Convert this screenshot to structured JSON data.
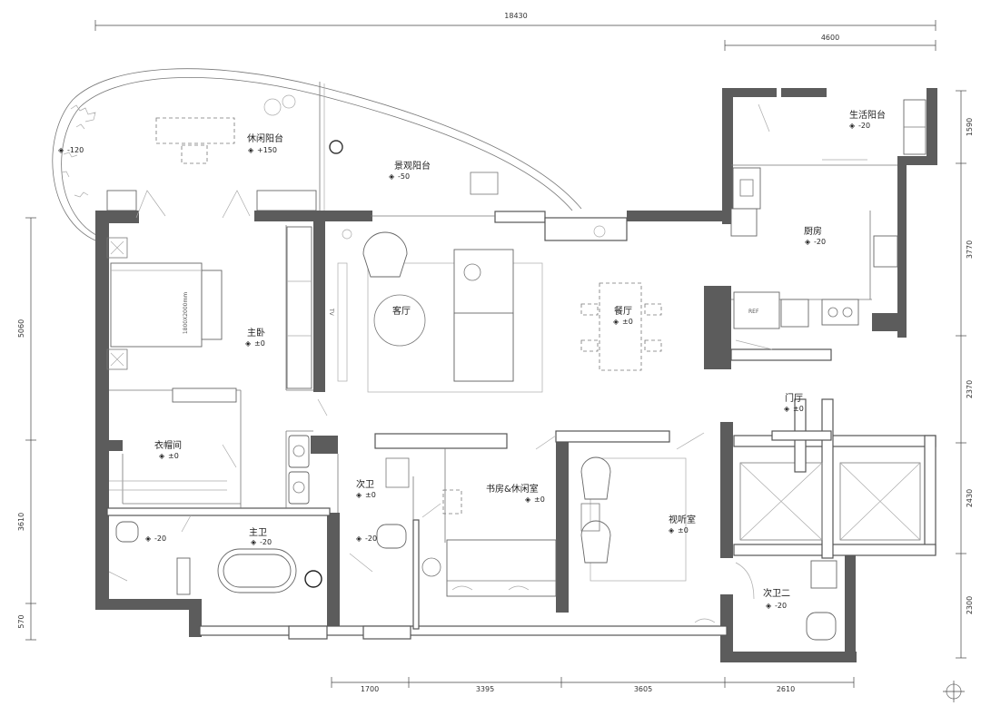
{
  "dimensions": {
    "top_total": "18430",
    "top_right": "4600",
    "bottom": [
      "1700",
      "3395",
      "3605",
      "2610"
    ],
    "left": [
      "5060",
      "3610",
      "570"
    ],
    "right": [
      "1590",
      "3770",
      "2370",
      "2430",
      "2300"
    ]
  },
  "rooms": [
    {
      "id": "leisure-balcony",
      "name": "休闲阳台",
      "level": "+150"
    },
    {
      "id": "view-balcony",
      "name": "景观阳台",
      "level": "-50"
    },
    {
      "id": "utility-balcony",
      "name": "生活阳台",
      "level": "-20"
    },
    {
      "id": "kitchen",
      "name": "厨房",
      "level": "-20"
    },
    {
      "id": "master-bedroom",
      "name": "主卧",
      "level": "±0"
    },
    {
      "id": "living-room",
      "name": "客厅",
      "level": ""
    },
    {
      "id": "dining-room",
      "name": "餐厅",
      "level": "±0"
    },
    {
      "id": "foyer",
      "name": "门厅",
      "level": "±0"
    },
    {
      "id": "cloakroom",
      "name": "衣帽间",
      "level": "±0"
    },
    {
      "id": "second-bath",
      "name": "次卫",
      "level": "±0"
    },
    {
      "id": "study",
      "name": "书房&休闲室",
      "level": "±0"
    },
    {
      "id": "media-room",
      "name": "视听室",
      "level": "±0"
    },
    {
      "id": "master-bath",
      "name": "主卫",
      "level": "-20"
    },
    {
      "id": "second-bath-two",
      "name": "次卫二",
      "level": "-20"
    }
  ],
  "extra_levels": {
    "garden": "-120",
    "master_bath_shower": "-20",
    "second_bath_shower": "-20"
  },
  "labels": {
    "bed_size": "1800X2000mm",
    "tv": "TV",
    "fridge": "REF"
  }
}
